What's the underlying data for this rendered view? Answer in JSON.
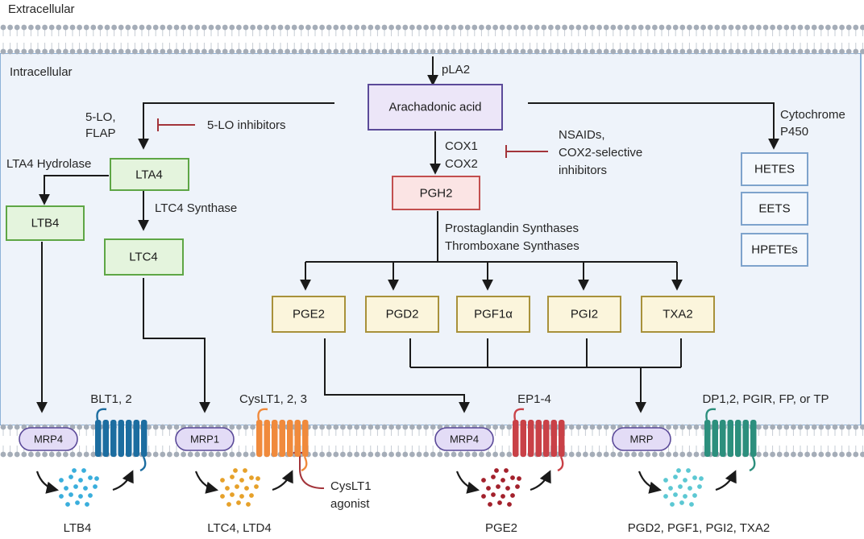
{
  "regions": {
    "extracellular": "Extracellular",
    "intracellular": "Intracellular"
  },
  "upstream": {
    "enzyme": "pLA2",
    "substrate": "Arachadonic acid"
  },
  "lox": {
    "enzyme_line1": "5-LO,",
    "enzyme_line2": "FLAP",
    "inhibitor": "5-LO inhibitors",
    "hydrolase": "LTA4 Hydrolase",
    "synthase": "LTC4 Synthase",
    "lta4": "LTA4",
    "ltb4": "LTB4",
    "ltc4": "LTC4"
  },
  "cox": {
    "enzyme_line1": "COX1",
    "enzyme_line2": "COX2",
    "inhibitor_line1": "NSAIDs,",
    "inhibitor_line2": "COX2-selective",
    "inhibitor_line3": "inhibitors",
    "pgh2": "PGH2",
    "synthase_line1": "Prostaglandin Synthases",
    "synthase_line2": "Thromboxane Synthases",
    "products": [
      "PGE2",
      "PGD2",
      "PGF1α",
      "PGI2",
      "TXA2"
    ]
  },
  "p450": {
    "enzyme_line1": "Cytochrome",
    "enzyme_line2": "P450",
    "products": [
      "HETES",
      "EETS",
      "HPETEs"
    ]
  },
  "membrane": {
    "transporters": [
      "MRP4",
      "MRP1",
      "MRP4",
      "MRP"
    ],
    "receptors": [
      "BLT1, 2",
      "CysLT1, 2, 3",
      "EP1-4",
      "DP1,2, PGIR, FP, or TP"
    ],
    "secreted": [
      "LTB4",
      "LTC4, LTD4",
      "PGE2",
      "PGD2, PGF1, PGI2, TXA2"
    ],
    "agonist_line1": "CysLT1",
    "agonist_line2": "agonist"
  },
  "colors": {
    "cell_fill": "#eef3fa",
    "cell_border": "#6f9ccd",
    "aa_fill": "#ece6f8",
    "aa_border": "#5b4a99",
    "lt_fill": "#e4f4dd",
    "lt_border": "#5ea645",
    "pgh2_fill": "#fbe4e4",
    "pgh2_border": "#c24e4e",
    "prostanoid_fill": "#fbf5dc",
    "prostanoid_border": "#a8913a",
    "p450_fill": "#f4f8fd",
    "p450_border": "#7ea3cc",
    "inhibit": "#a3343a",
    "receptor_blue": "#1c6da0",
    "receptor_orange": "#f08a3c",
    "receptor_red": "#c94147",
    "receptor_teal": "#2c8f7d",
    "dot_blue": "#3aaedc",
    "dot_orange": "#e6a12a",
    "dot_red": "#a3212c",
    "dot_teal": "#5cc8d3"
  }
}
